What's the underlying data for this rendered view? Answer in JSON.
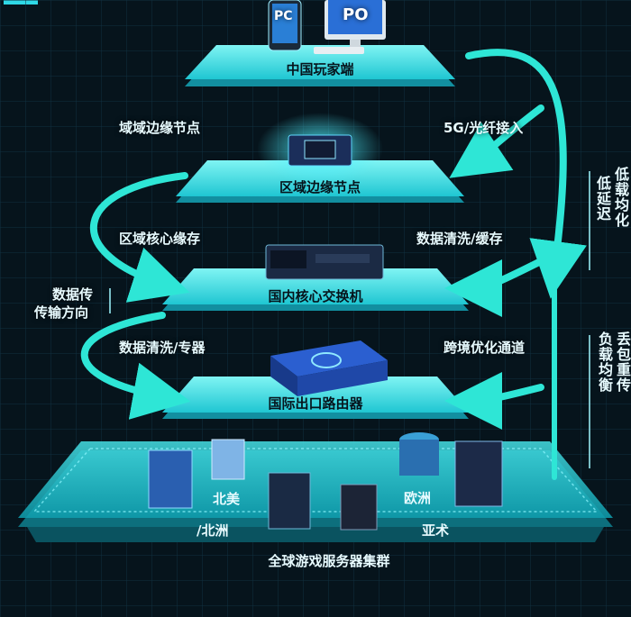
{
  "tiers": {
    "client": "中国玩家端",
    "edge": "区域边缘节点",
    "core": "国内核心交换机",
    "router": "国际出口路由器",
    "cluster": "全球游戏服务器集群"
  },
  "devices": {
    "pc_label": "PC",
    "po_label": "PO"
  },
  "side_labels": {
    "left_edge": "域域边缘节点",
    "right_fiber": "5G/光纤接入",
    "left_core_cache": "区域核心缘存",
    "right_wash_cache": "数据清洗/缓存",
    "left_direction_line1": "数据传",
    "left_direction_line2": "传输方向",
    "left_wash": "数据清洗/专器",
    "right_cross": "跨境优化通道"
  },
  "vertical_labels": {
    "low_latency_a": "低延迟",
    "low_latency_b": "低载均化",
    "lb_a": "负载均衡",
    "lb_b": "丢包重传"
  },
  "regions": {
    "north_america_a": "北美",
    "north_america_b": "/北洲",
    "europe": "欧洲",
    "asia": "亚术"
  },
  "colors": {
    "platform_top": "#3fe3e8",
    "platform_edge": "#128fa0",
    "arrow": "#2ee6d6",
    "background": "#06141c"
  }
}
